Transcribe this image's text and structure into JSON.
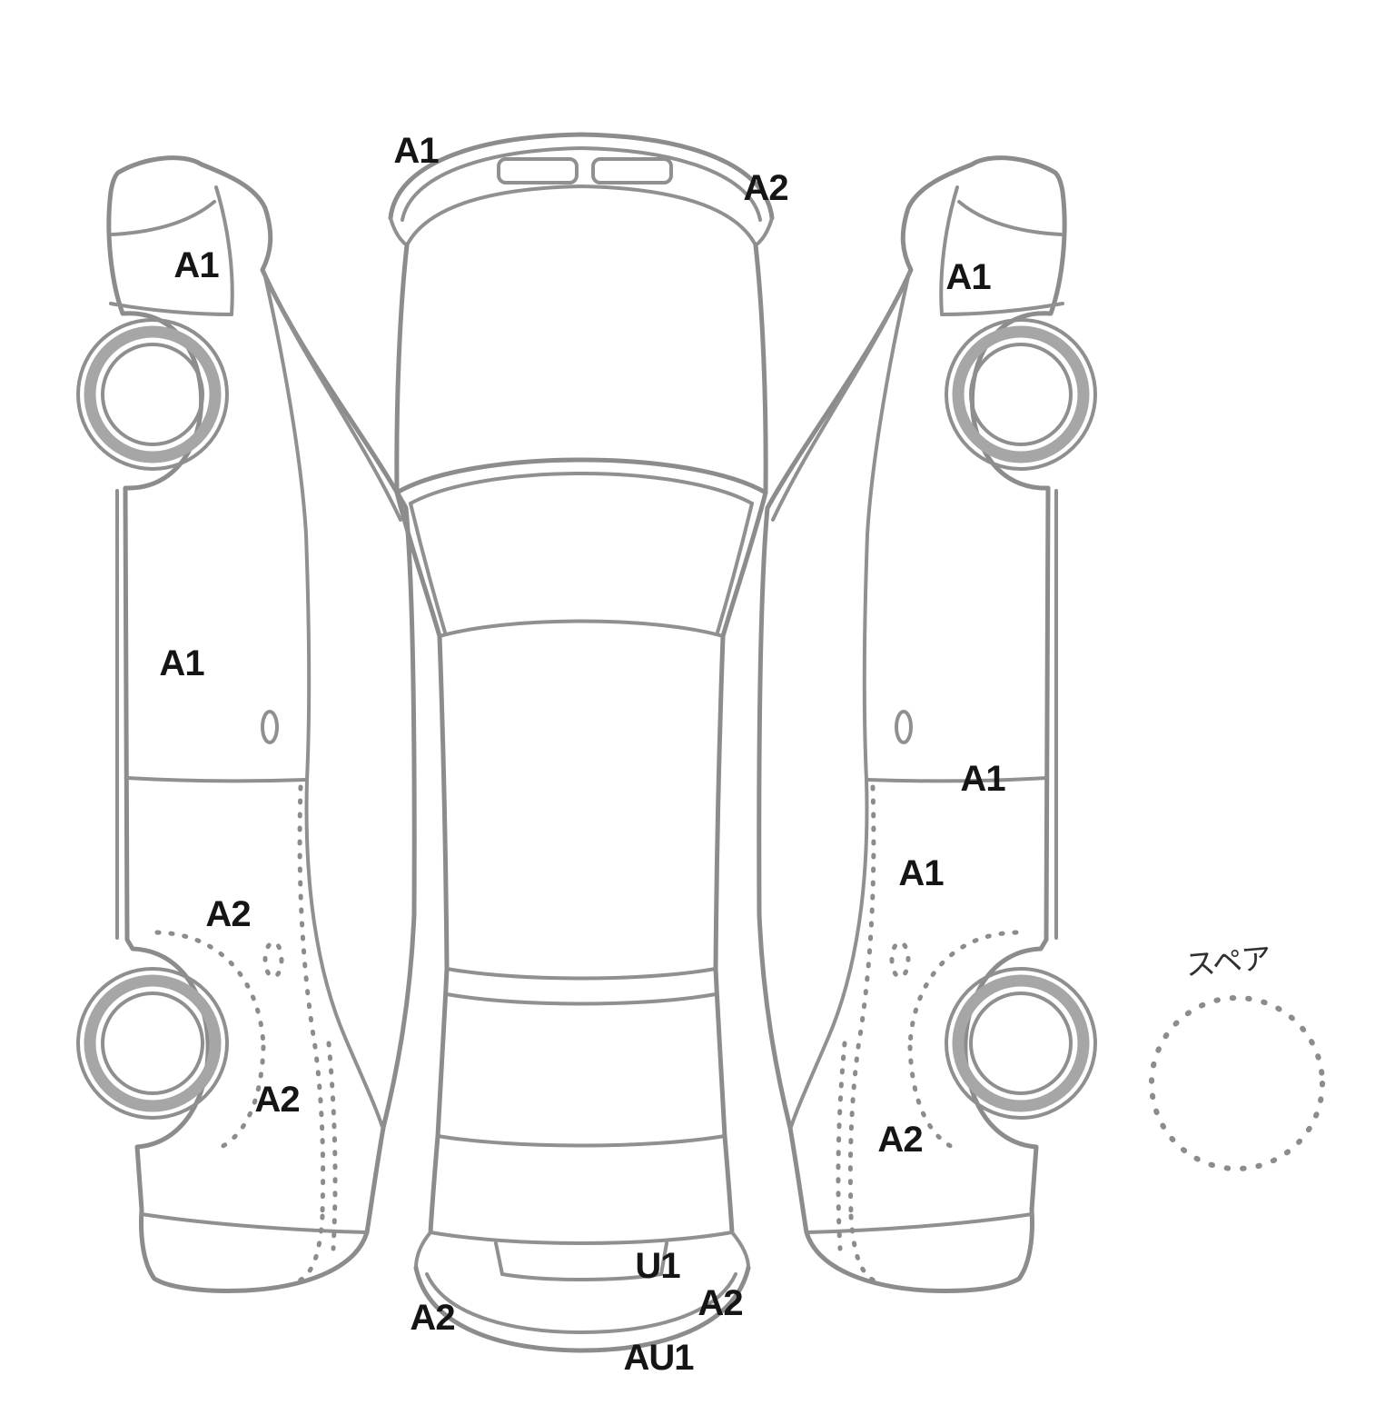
{
  "diagram": {
    "labels": [
      {
        "code": "A1",
        "region": "front-bumper-left"
      },
      {
        "code": "A2",
        "region": "front-bumper-right"
      },
      {
        "code": "A1",
        "region": "left-front-fender"
      },
      {
        "code": "A1",
        "region": "right-front-fender"
      },
      {
        "code": "A1",
        "region": "left-front-door"
      },
      {
        "code": "A1",
        "region": "right-rocker"
      },
      {
        "code": "A1",
        "region": "right-rear-door"
      },
      {
        "code": "A2",
        "region": "left-rear-wheel-arch"
      },
      {
        "code": "A2",
        "region": "left-rear-quarter"
      },
      {
        "code": "A2",
        "region": "right-rear-quarter"
      },
      {
        "code": "U1",
        "region": "rear-bumper-top"
      },
      {
        "code": "A2",
        "region": "rear-bumper-right"
      },
      {
        "code": "A2",
        "region": "rear-bumper-left"
      },
      {
        "code": "AU1",
        "region": "rear-bumper-bottom"
      }
    ],
    "spare": {
      "label": "スペア"
    },
    "colors": {
      "line": "#8c8c8c",
      "label": "#151515",
      "background": "#ffffff"
    }
  }
}
